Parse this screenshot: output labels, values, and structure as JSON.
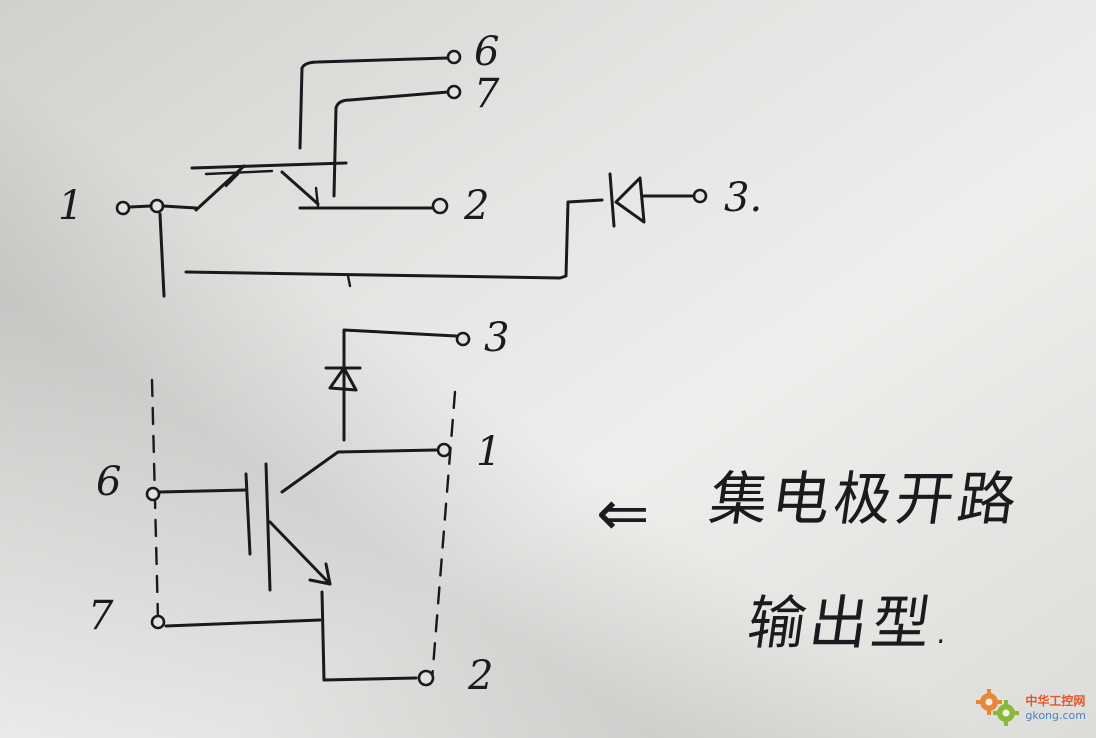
{
  "diagram": {
    "top_circuit": {
      "terminals": {
        "t1": "1",
        "t2": "2",
        "t3": "3.",
        "t6": "6",
        "t7": "7"
      }
    },
    "bottom_circuit": {
      "terminals": {
        "t3": "3",
        "t1": "1",
        "t2": "2",
        "t6": "6",
        "t7": "7"
      }
    },
    "annotation": {
      "arrow": "⇐",
      "line1": "集电极开路",
      "line2": "输出型."
    }
  },
  "watermark": {
    "brand": "中华工控网",
    "url": "gkong.com"
  },
  "colors": {
    "ink": "#1a1a1e",
    "brand_orange": "#e2572a",
    "brand_blue": "#4a7fc4"
  }
}
